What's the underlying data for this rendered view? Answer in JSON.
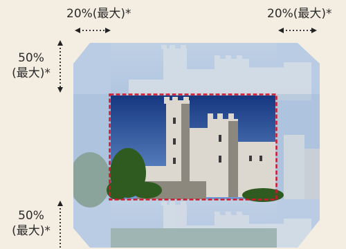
{
  "labels": {
    "top_left": "20%(最大)*",
    "top_right": "20%(最大)*",
    "left_top_line1": "50%",
    "left_top_line2": "(最大)*",
    "left_bottom_line1": "50%",
    "left_bottom_line2": "(最大)*"
  },
  "colors": {
    "background": "#f3ede2",
    "margin_blue": "#b7cbe3",
    "sky_dark": "#1a3c86",
    "sky_light": "#5a88c9",
    "castle": "#d9d4ca",
    "castle_shadow": "#9f9a91",
    "tree": "#2e5a22",
    "frame": "#d0172b",
    "arrow": "#222222"
  },
  "image_description_icon": "castle-photo"
}
